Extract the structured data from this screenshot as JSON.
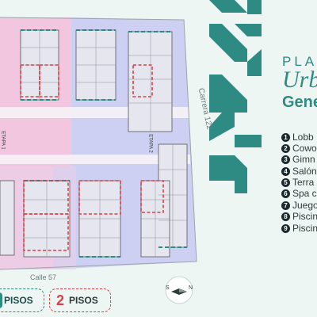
{
  "title": {
    "line1": "PLA",
    "line2": "Urb",
    "line3": "Gene"
  },
  "amenities": [
    {
      "n": "1",
      "label": "Lobb"
    },
    {
      "n": "2",
      "label": "Cowo"
    },
    {
      "n": "3",
      "label": "Gimn"
    },
    {
      "n": "4",
      "label": "Salón"
    },
    {
      "n": "5",
      "label": "Terra"
    },
    {
      "n": "6",
      "label": "Spa c"
    },
    {
      "n": "7",
      "label": "Juego"
    },
    {
      "n": "8",
      "label": "Piscin"
    },
    {
      "n": "9",
      "label": "Piscin"
    }
  ],
  "streets": {
    "carrera": "Carrera 122",
    "calle": "Calle 57"
  },
  "stages": {
    "stage1": "ETAPA 1",
    "stage2": "ETAPA 2"
  },
  "floor_badges": [
    {
      "text": "PISOS",
      "color": "#2d8b83"
    },
    {
      "number": "2",
      "text": "PISOS",
      "color": "#d9414a"
    }
  ],
  "compass": {
    "n": "N",
    "s": "S"
  },
  "colors": {
    "stage1": "#f3c6e0",
    "stage2": "#cdcdf0",
    "teal": "#2d8b83",
    "red": "#d9414a"
  }
}
